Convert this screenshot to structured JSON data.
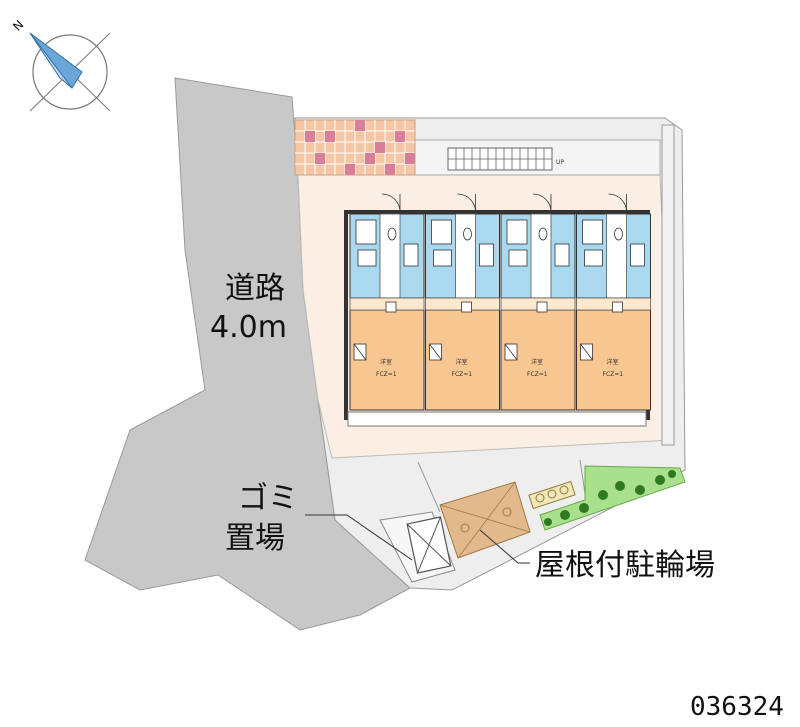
{
  "labels": {
    "road_line1": "道路",
    "road_line2": "4.0m",
    "garbage_line1": "ゴミ",
    "garbage_line2": "置場",
    "bicycle_parking": "屋根付駐輪場",
    "compass_letter": "N",
    "stairs_mark": "UP",
    "property_code": "036324"
  },
  "units": [
    {
      "room_label": "洋室",
      "size_label": "FCZ=1"
    },
    {
      "room_label": "洋室",
      "size_label": "FCZ=1"
    },
    {
      "room_label": "洋室",
      "size_label": "FCZ=1"
    },
    {
      "room_label": "洋室",
      "size_label": "FCZ=1"
    }
  ],
  "colors": {
    "road": "#c8c8c8",
    "site_ground": "#eeeeee",
    "building_pad": "#fbeee2",
    "wet_area": "#a9d8ef",
    "room_floor": "#f8c690",
    "terrace_tiles": "#f4c6a6",
    "terrace_tiles_accent": "#d97e98",
    "bicycle_roof": "#e2b98c",
    "green": "#a8e08c",
    "compass": "#6aa6d8"
  }
}
